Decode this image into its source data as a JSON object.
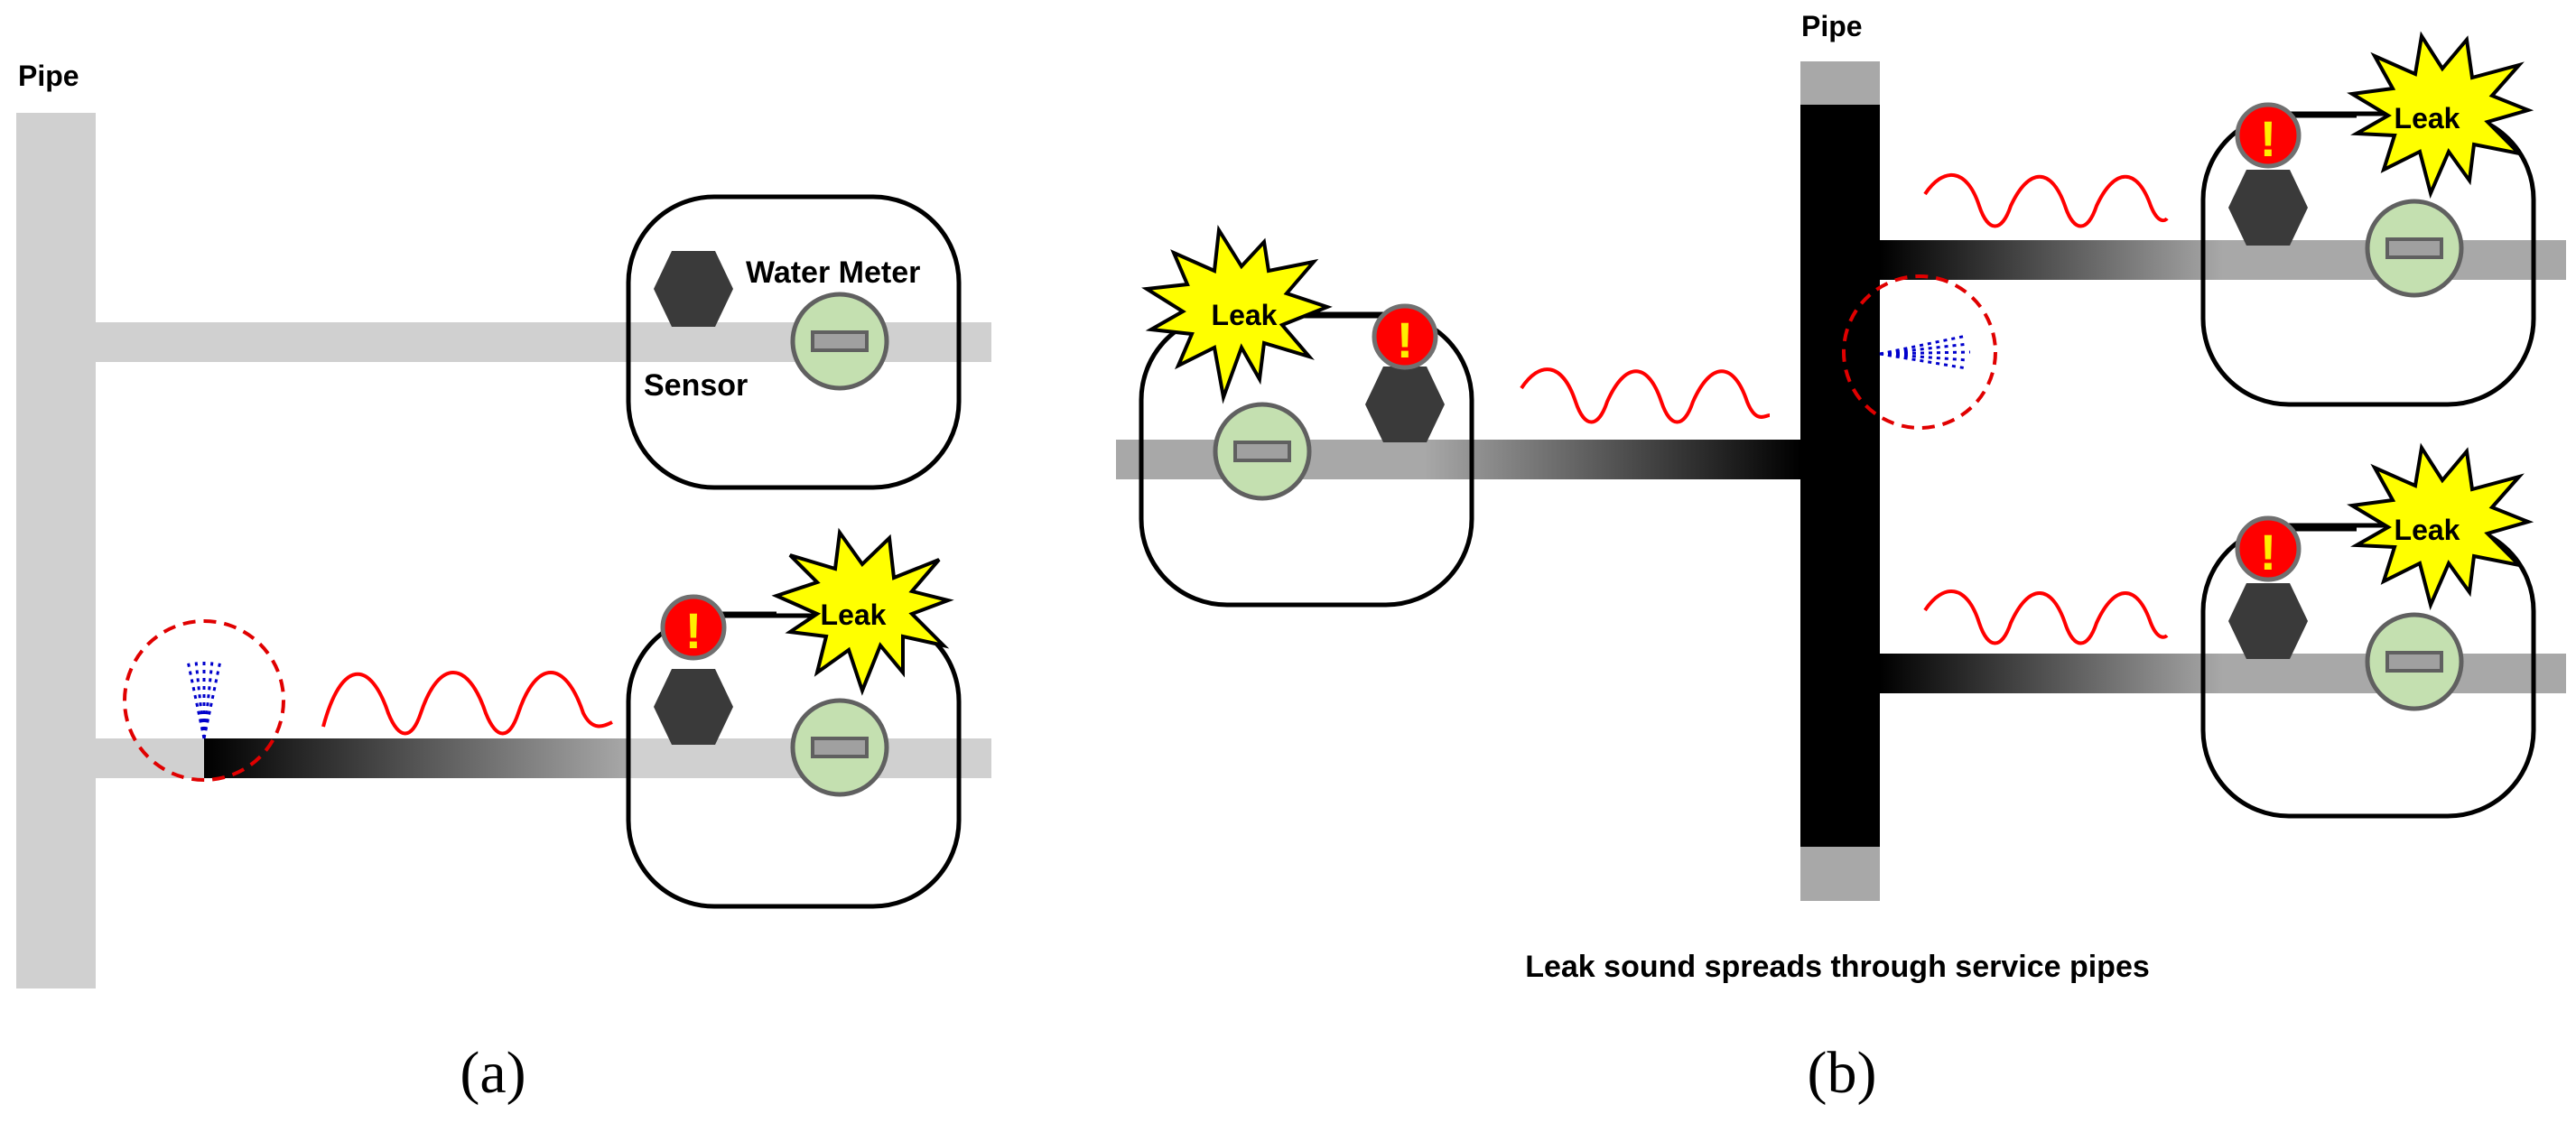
{
  "panel_a": {
    "pipe_label": "Pipe",
    "water_meter_label": "Water Meter",
    "sensor_label": "Sensor",
    "leak_label": "Leak",
    "alert_mark": "!",
    "caption": "(a)"
  },
  "panel_b": {
    "pipe_label": "Pipe",
    "leak_label": "Leak",
    "alert_mark": "!",
    "description": "Leak sound spreads through service pipes",
    "caption": "(b)"
  },
  "colors": {
    "pipe_light": "#d0d0d0",
    "pipe_mid": "#a8a8a8",
    "pipe_dark": "#000000",
    "sensor": "#3a3a3a",
    "meter_face": "#c4e0b0",
    "meter_border": "#606060",
    "wave": "#ff0000",
    "leak_burst": "#ffff00",
    "alert_bg": "#ff0000",
    "alert_mark": "#ffee00",
    "spray": "#0000cc",
    "focus_circle": "#e00000"
  },
  "icons": [
    "pipe",
    "water-meter-icon",
    "sensor-icon",
    "leak-burst-icon",
    "alert-icon",
    "sound-wave-icon",
    "water-spray-icon"
  ]
}
